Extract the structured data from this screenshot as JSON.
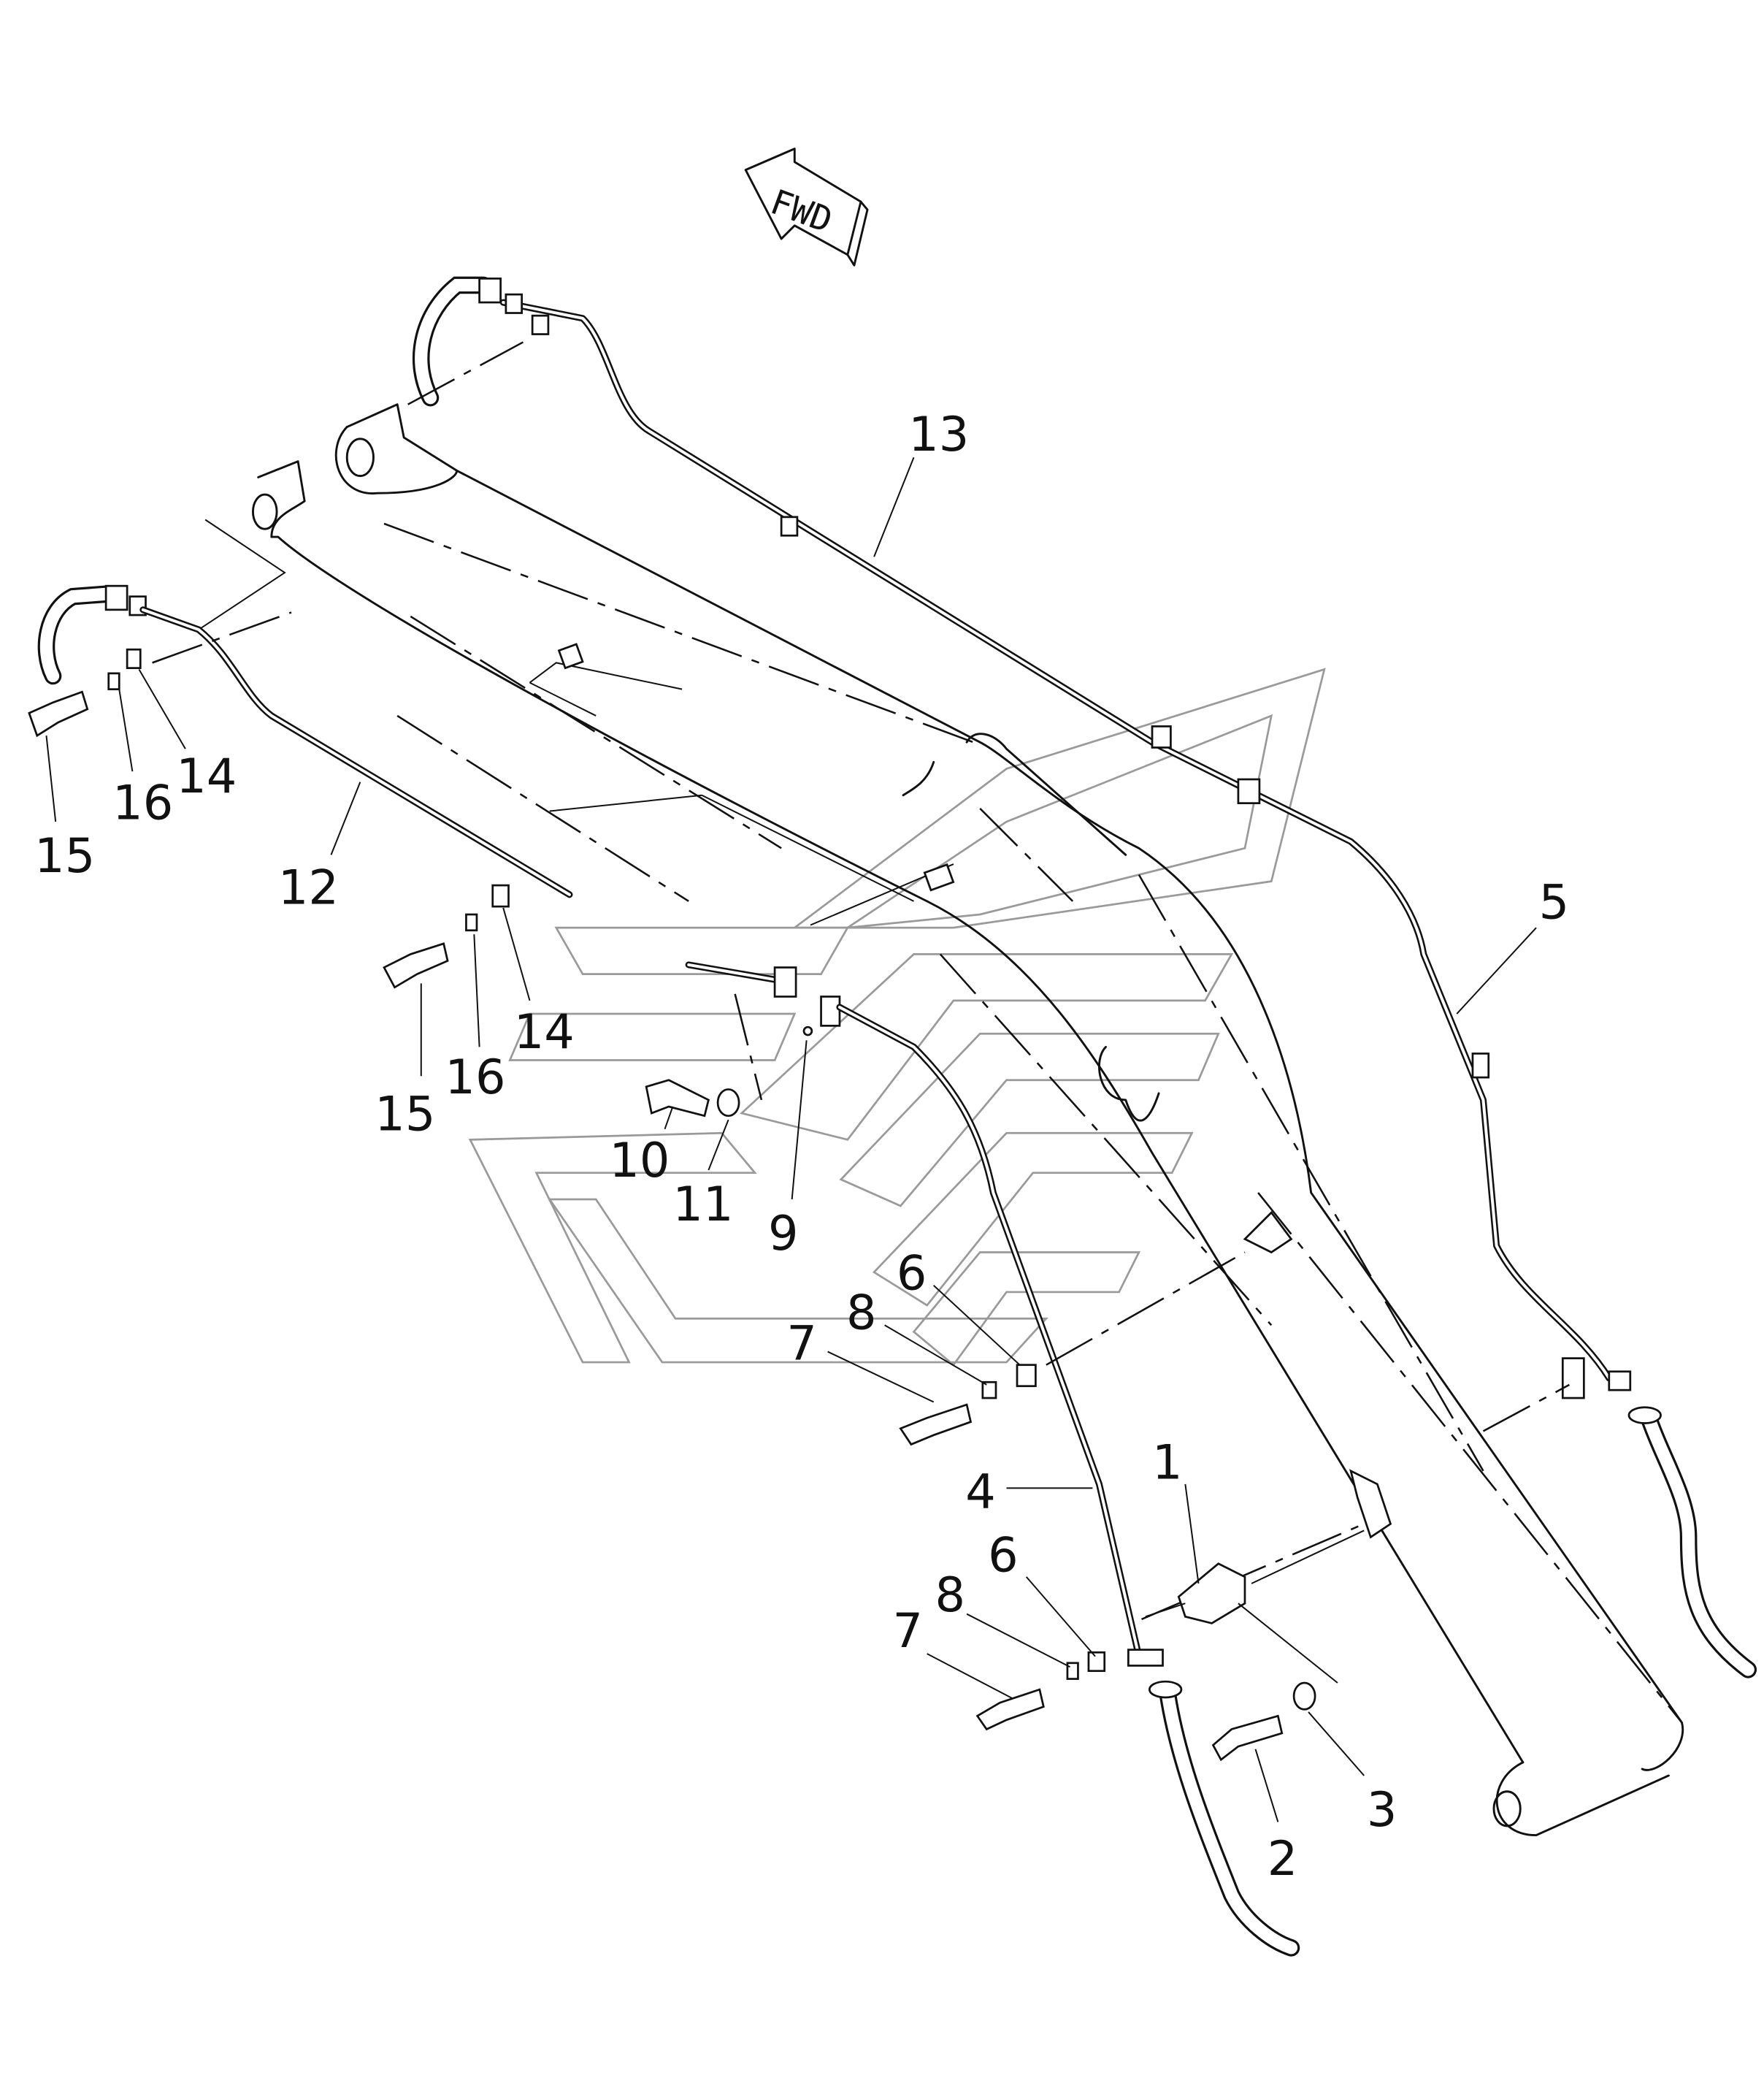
{
  "diagram": {
    "direction_arrow": "FWD",
    "callouts": {
      "c13": "13",
      "c12": "12",
      "c15a": "15",
      "c16a": "16",
      "c14a": "14",
      "c15b": "15",
      "c16b": "16",
      "c14b": "14",
      "c10": "10",
      "c11": "11",
      "c9": "9",
      "c6a": "6",
      "c8a": "8",
      "c7a": "7",
      "c5": "5",
      "c4": "4",
      "c1": "1",
      "c6b": "6",
      "c8b": "8",
      "c7b": "7",
      "c2": "2",
      "c3": "3"
    }
  }
}
